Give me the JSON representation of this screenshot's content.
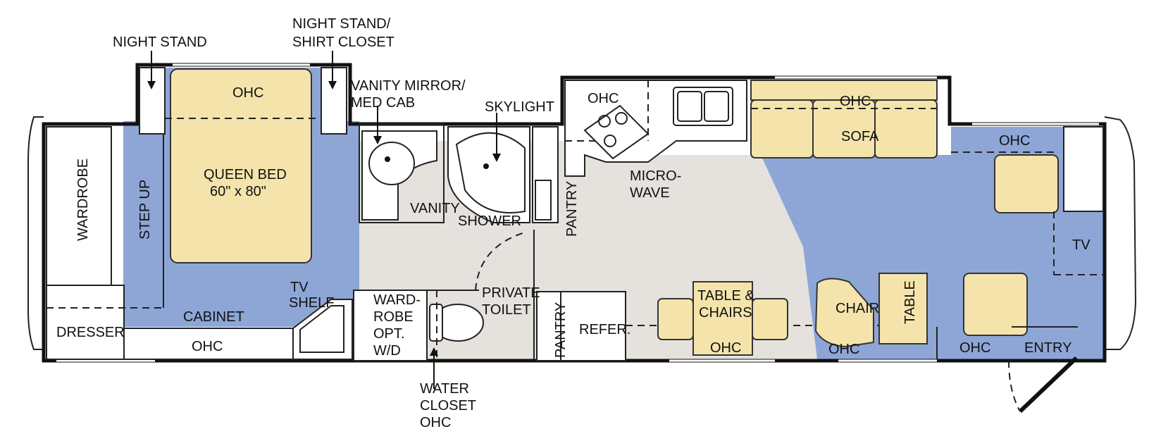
{
  "labels": {
    "night_stand": "NIGHT STAND",
    "night_stand_shirt_1": "NIGHT STAND/",
    "night_stand_shirt_2": "SHIRT CLOSET",
    "vanity_mirror_1": "VANITY MIRROR/",
    "vanity_mirror_2": "MED CAB",
    "skylight": "SKYLIGHT",
    "ohc_bed": "OHC",
    "queen_bed_1": "QUEEN BED",
    "queen_bed_2": "60\" x 80\"",
    "wardrobe": "WARDROBE",
    "step_up": "STEP UP",
    "dresser": "DRESSER",
    "cabinet": "CABINET",
    "ohc_cabinet": "OHC",
    "tv_shelf_1": "TV",
    "tv_shelf_2": "SHELF",
    "vanity": "VANITY",
    "shower": "SHOWER",
    "wardrobe_opt_1": "WARD-",
    "wardrobe_opt_2": "ROBE",
    "wardrobe_opt_3": "OPT.",
    "wardrobe_opt_4": "W/D",
    "private_toilet_1": "PRIVATE",
    "private_toilet_2": "TOILET",
    "water_closet_1": "WATER",
    "water_closet_2": "CLOSET",
    "water_closet_3": "OHC",
    "pantry_upper": "PANTRY",
    "pantry_lower": "PANTRY",
    "refer": "REFER.",
    "ohc_kitchen": "OHC",
    "microwave_1": "MICRO-",
    "microwave_2": "WAVE",
    "ohc_sofa": "OHC",
    "sofa": "SOFA",
    "ohc_right": "OHC",
    "tv": "TV",
    "table_chairs_1": "TABLE &",
    "table_chairs_2": "CHAIRS",
    "ohc_table": "OHC",
    "chair": "CHAIR",
    "table": "TABLE",
    "ohc_chair": "OHC",
    "ohc_entry": "OHC",
    "entry": "ENTRY"
  }
}
